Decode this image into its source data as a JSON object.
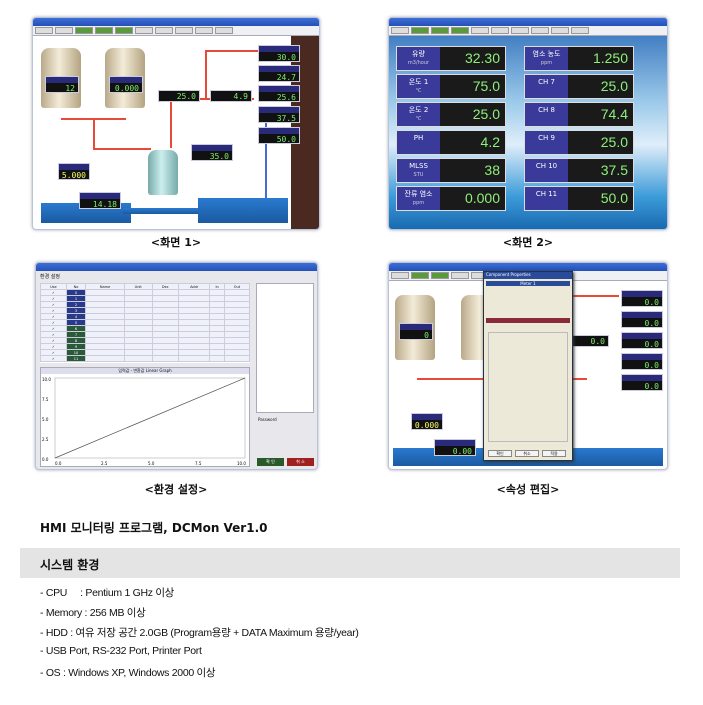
{
  "screens": {
    "s1": {
      "caption": "<화면 1>",
      "tank_values": [
        "12",
        "0.000"
      ],
      "pump_values": [
        "25.0",
        "4.9"
      ],
      "meter_value": "5.000",
      "level_value": "14.18",
      "valve_value": "35.0",
      "channels": [
        "30.0",
        "24.7",
        "25.6",
        "37.5",
        "50.0"
      ]
    },
    "s2": {
      "caption": "<화면 2>",
      "left": [
        {
          "label": "유량",
          "unit": "m3/hour",
          "value": "32.30"
        },
        {
          "label": "온도 1",
          "unit": "℃",
          "value": "75.0"
        },
        {
          "label": "온도 2",
          "unit": "℃",
          "value": "25.0"
        },
        {
          "label": "PH",
          "unit": "",
          "value": "4.2"
        },
        {
          "label": "MLSS",
          "unit": "STU",
          "value": "38"
        },
        {
          "label": "잔류 염소",
          "unit": "ppm",
          "value": "0.000"
        }
      ],
      "right": [
        {
          "label": "염소 농도",
          "unit": "ppm",
          "value": "1.250"
        },
        {
          "label": "CH 7",
          "value": "25.0"
        },
        {
          "label": "CH 8",
          "value": "74.4"
        },
        {
          "label": "CH 9",
          "value": "25.0"
        },
        {
          "label": "CH 10",
          "value": "37.5"
        },
        {
          "label": "CH 11",
          "value": "50.0"
        }
      ]
    },
    "s3": {
      "caption": "<환경 설정>",
      "title": "환경 설정",
      "chart_title": "입력값 - 변환값 Linear Graph",
      "y_ticks": [
        "10.0",
        "7.5",
        "5.0",
        "2.5",
        "0.0"
      ],
      "x_ticks": [
        "0.0",
        "2.5",
        "5.0",
        "7.5",
        "10.0"
      ],
      "ok": "확 인",
      "cancel": "취 소",
      "password": "Password"
    },
    "s4": {
      "caption": "<속성 편집>",
      "dialog_title": "Component Properties",
      "tab": "Meter 1",
      "values": [
        "0",
        "0.0",
        "0.0",
        "0.0",
        "0.0",
        "0.0",
        "0.0",
        "0.000",
        "0.00"
      ],
      "ok": "확인",
      "cancel": "취소",
      "apply": "적용"
    }
  },
  "title": "HMI 모니터링 프로그램, DCMon Ver1.0",
  "section": "시스템 환경",
  "specs": [
    "- CPU     : Pentium 1 GHz 이상",
    "- Memory : 256 MB 이상",
    "- HDD : 여유 저장 공간 2.0GB (Program용량 + DATA Maximum 용량/year)",
    "- USB Port, RS-232 Port, Printer Port",
    "- OS : Windows XP, Windows 2000 이상"
  ]
}
